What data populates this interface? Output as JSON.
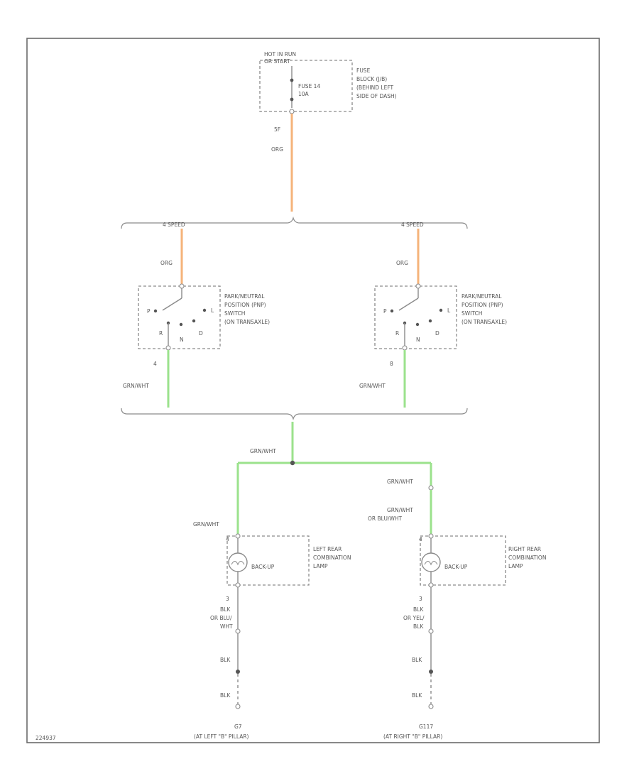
{
  "fuse_block": {
    "supply": [
      "HOT IN RUN",
      "OR START"
    ],
    "fuse": [
      "FUSE 14",
      "10A"
    ],
    "location": [
      "FUSE",
      "BLOCK (J/B)",
      "(BEHIND LEFT",
      "SIDE OF DASH)"
    ],
    "pin": "5F",
    "wire": "ORG"
  },
  "branches": {
    "left": "4 SPEED",
    "right": "4 SPEED"
  },
  "pnp_switches": [
    {
      "wire_in": "ORG",
      "label": [
        "PARK/NEUTRAL",
        "POSITION (PNP)",
        "SWITCH",
        "(ON TRANSAXLE)"
      ],
      "positions": [
        "P",
        "R",
        "N",
        "D",
        "L"
      ],
      "pin": "4",
      "wire_out": "GRN/WHT"
    },
    {
      "wire_in": "ORG",
      "label": [
        "PARK/NEUTRAL",
        "POSITION (PNP)",
        "SWITCH",
        "(ON TRANSAXLE)"
      ],
      "positions": [
        "P",
        "R",
        "N",
        "D",
        "L"
      ],
      "pin": "8",
      "wire_out": "GRN/WHT"
    }
  ],
  "junction": {
    "wire": "GRN/WHT"
  },
  "lamps": [
    {
      "wire_in": [
        "GRN/WHT"
      ],
      "pin_in": "4",
      "function": "BACK-UP",
      "label": [
        "LEFT REAR",
        "COMBINATION",
        "LAMP"
      ],
      "pin_out": "3",
      "wire_out": [
        "BLK",
        "OR BLU/",
        "WHT"
      ],
      "ground_wires": [
        "BLK",
        "BLK"
      ],
      "ground": [
        "G7",
        "(AT LEFT \"B\" PILLAR)"
      ]
    },
    {
      "wire_in": [
        "GRN/WHT",
        "GRN/WHT",
        "OR BLU/WHT"
      ],
      "pin_in": "4",
      "function": "BACK-UP",
      "label": [
        "RIGHT REAR",
        "COMBINATION",
        "LAMP"
      ],
      "pin_out": "3",
      "wire_out": [
        "BLK",
        "OR YEL/",
        "BLK"
      ],
      "ground_wires": [
        "BLK",
        "BLK"
      ],
      "ground": [
        "G117",
        "(AT RIGHT \"B\" PILLAR)"
      ]
    }
  ],
  "footer": "224937",
  "colors": {
    "orange_wire": "#f5b37a",
    "green_wire": "#9be28c",
    "line": "#8a8a8a"
  }
}
